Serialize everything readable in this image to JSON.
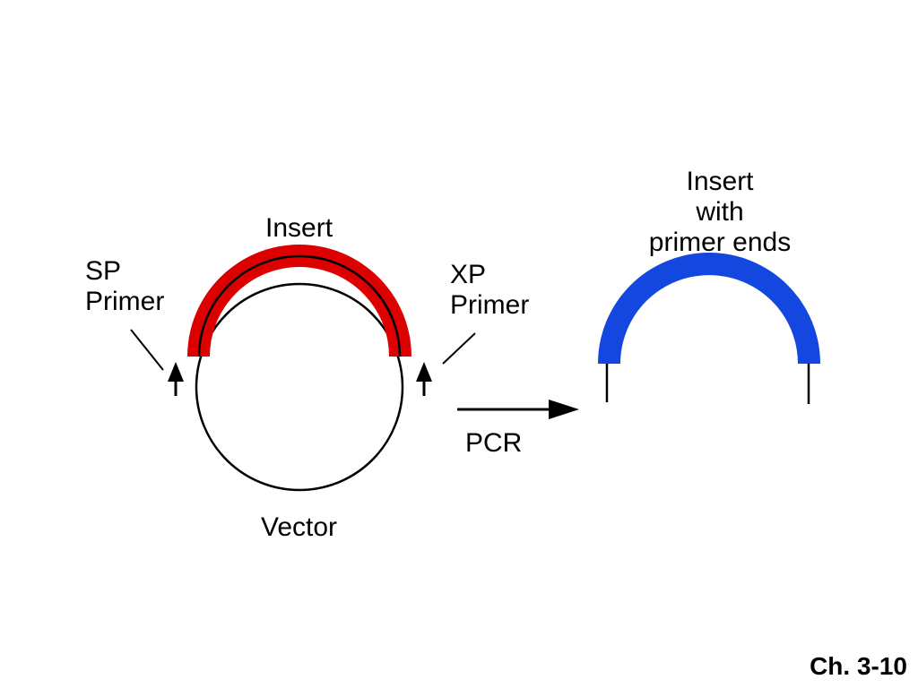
{
  "labels": {
    "insert_top": "Insert",
    "sp_primer": [
      "SP",
      "Primer"
    ],
    "xp_primer": [
      "XP",
      "Primer"
    ],
    "pcr": "PCR",
    "vector": "Vector",
    "insert_product": [
      "Insert",
      "with",
      "primer ends"
    ]
  },
  "slide_number": "Ch. 3-10",
  "colors": {
    "insert_red": "#dc0000",
    "product_blue": "#1446e0",
    "line": "#000000"
  }
}
